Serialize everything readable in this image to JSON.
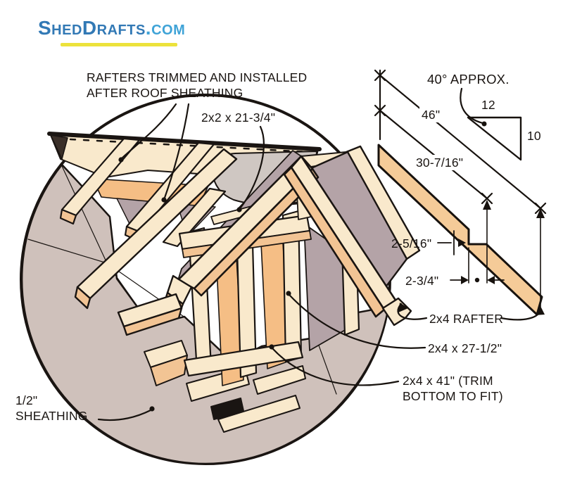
{
  "logo": {
    "shed": "Shed",
    "drafts": "Drafts",
    "dotcom": ".com",
    "main_color": "#3279b5",
    "com_color": "#3fa3d7",
    "underline_color": "#ece23b"
  },
  "labels": {
    "rafters_note_line1": "RAFTERS TRIMMED AND INSTALLED",
    "rafters_note_line2": "AFTER ROOF SHEATHING",
    "part_2x2": "2x2 x 21-3/4\"",
    "angle_approx": "40° APPROX.",
    "pitch_rise": "12",
    "pitch_run": "10",
    "dim_46": "46\"",
    "dim_30_7_16": "30-7/16\"",
    "dim_2_5_16": "2-5/16\"",
    "dim_2_3_4": "2-3/4\"",
    "rafter_2x4": "2x4 RAFTER",
    "part_2x4_27": "2x4 x 27-1/2\"",
    "part_2x4_41_line1": "2x4 x 41\" (TRIM",
    "part_2x4_41_line2": "BOTTOM TO FIT)",
    "sheathing_line1": "1/2\"",
    "sheathing_line2": "SHEATHING"
  },
  "colors": {
    "outline": "#1a1512",
    "wood_cream": "#f9e9cc",
    "wood_tan": "#f2c494",
    "wood_orange": "#f5be85",
    "sheathing_taupe": "#cfc1bb",
    "shadow_purple": "#b4a3a7",
    "sheathing_gray": "#cfc7c2",
    "detail_rafter_tan": "#f5cb98"
  }
}
